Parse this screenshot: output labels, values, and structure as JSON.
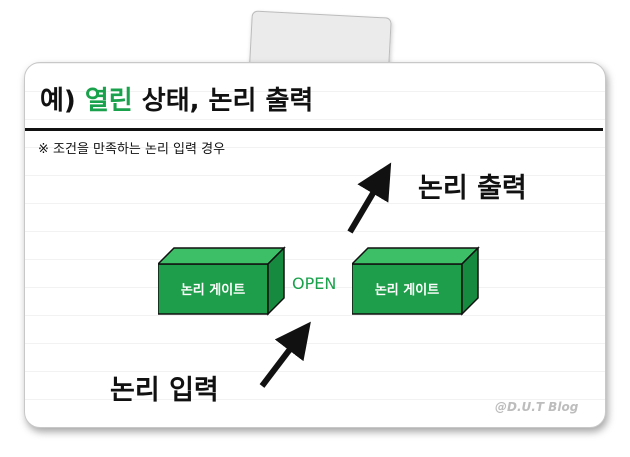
{
  "title": {
    "prefix": "예)",
    "highlight": "열린",
    "suffix": "상태, 논리 출력"
  },
  "note": "※ 조건을 만족하는 논리 입력 경우",
  "gates": [
    {
      "label": "논리 게이트"
    },
    {
      "label": "논리 게이트"
    }
  ],
  "open_label": "OPEN",
  "output_label": "논리 출력",
  "input_label": "논리 입력",
  "watermark": "@D.U.T Blog",
  "colors": {
    "accent": "#1aa14b",
    "gate_front": "#1e9e4a",
    "gate_top": "#3dbf67",
    "gate_side": "#168a3e"
  }
}
